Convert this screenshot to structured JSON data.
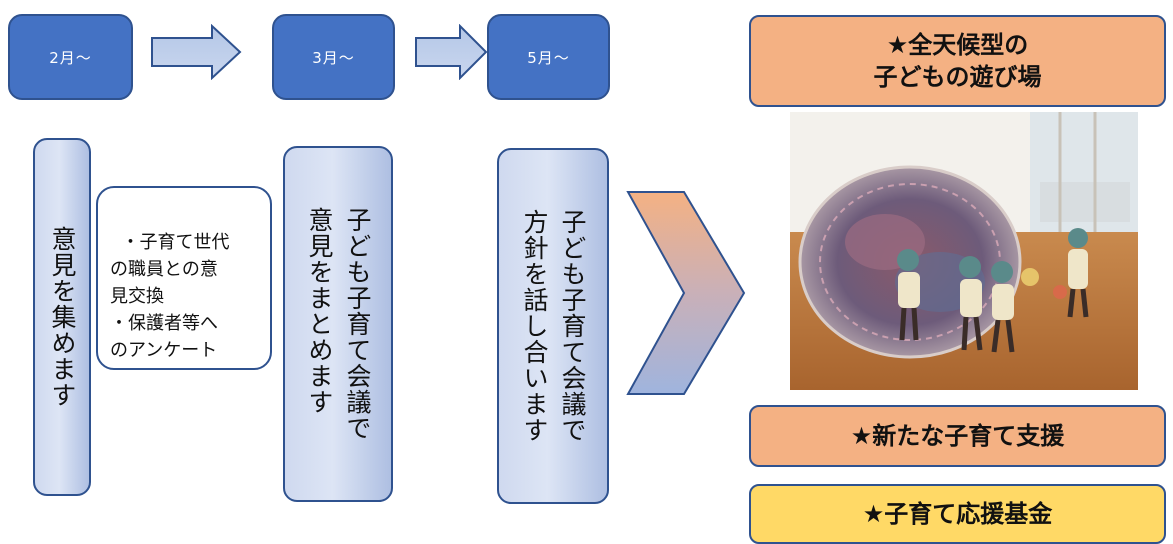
{
  "timeline": {
    "months": [
      "2月～",
      "3月～",
      "5月～"
    ]
  },
  "steps": {
    "collect": "意見を集めます",
    "collect_note": "・子育て世代\nの職員との意\n見交換\n・保護者等へ\nのアンケート",
    "summarize": "子ども子育て会議で\n意見をまとめます",
    "discuss": "子ども子育て会議で\n方針を話し合います"
  },
  "outcomes": {
    "playground": "★全天候型の\n子どもの遊び場",
    "support": "★新たな子育て支援",
    "fund": "★子育て応援基金"
  },
  "colors": {
    "box_blue": "#4472c4",
    "outline": "#2f528f",
    "orange": "#f4b183",
    "yellow": "#ffd966"
  }
}
